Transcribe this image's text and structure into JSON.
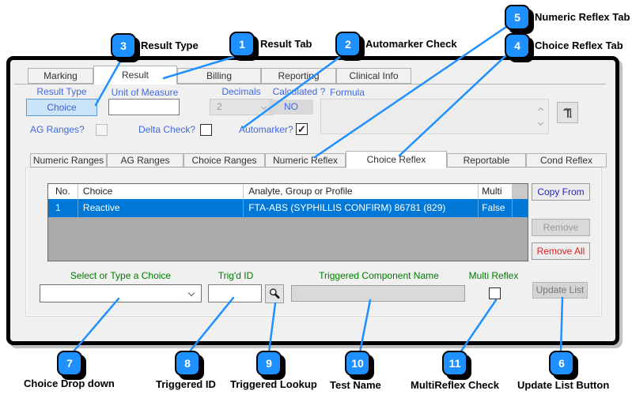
{
  "colors": {
    "callout_blue": "#1e90ff",
    "selection_blue": "#0078d7",
    "label_blue": "#4169e1",
    "label_green": "#007b00",
    "copy_from_text": "#2222cc",
    "remove_all_text": "#e02020",
    "panel_bg": "#f0f0f0",
    "grid_empty_bg": "#ababab",
    "result_type_bg": "#cce4f7"
  },
  "tabs_main": [
    "Marking",
    "Result",
    "Billing",
    "Reporting",
    "Clinical Info"
  ],
  "tabs_main_selected": "Result",
  "form": {
    "result_type": {
      "label": "Result Type",
      "value": "Choice"
    },
    "unit_of_measure": {
      "label": "Unit of Measure",
      "value": ""
    },
    "decimals": {
      "label": "Decimals",
      "value": "2"
    },
    "calculated": {
      "label": "Calculated ?",
      "value": "NO"
    },
    "formula": {
      "label": "Formula",
      "value": ""
    },
    "ag_ranges": {
      "label": "AG Ranges?",
      "checked": false
    },
    "delta_check": {
      "label": "Delta Check?",
      "checked": false
    },
    "automarker": {
      "label": "Automarker?",
      "checked": true,
      "checkmark": "✓"
    }
  },
  "tabs_sub": [
    "Numeric Ranges",
    "AG Ranges",
    "Choice Ranges",
    "Numeric Reflex",
    "Choice Reflex",
    "Reportable",
    "Cond Reflex"
  ],
  "tabs_sub_selected": "Choice Reflex",
  "grid": {
    "headers": [
      "No.",
      "Choice",
      "Analyte, Group or Profile",
      "Multi"
    ],
    "rows": [
      {
        "no": "1",
        "choice": "Reactive",
        "analyte": "FTA-ABS (SYPHILLIS CONFIRM) 86781 (829)",
        "multi": "False"
      }
    ]
  },
  "buttons": {
    "copy_from": "Copy From",
    "remove": "Remove",
    "remove_all": "Remove All",
    "update_list": "Update List"
  },
  "entry": {
    "choice": {
      "label": "Select or Type a Choice",
      "value": ""
    },
    "trigd_id": {
      "label": "Trig'd ID",
      "value": ""
    },
    "component": {
      "label": "Triggered Component Name",
      "value": ""
    },
    "multi_reflex": {
      "label": "Multi Reflex",
      "checked": false
    }
  },
  "callouts": [
    {
      "num": "3",
      "label": "Result Type"
    },
    {
      "num": "1",
      "label": "Result Tab"
    },
    {
      "num": "2",
      "label": "Automarker Check"
    },
    {
      "num": "5",
      "label": "Numeric Reflex Tab"
    },
    {
      "num": "4",
      "label": "Choice Reflex Tab"
    },
    {
      "num": "7",
      "label": "Choice Drop down"
    },
    {
      "num": "8",
      "label": "Triggered ID"
    },
    {
      "num": "9",
      "label": "Triggered Lookup"
    },
    {
      "num": "10",
      "label": "Test Name"
    },
    {
      "num": "11",
      "label": "MultiReflex Check"
    },
    {
      "num": "6",
      "label": "Update List Button"
    }
  ]
}
